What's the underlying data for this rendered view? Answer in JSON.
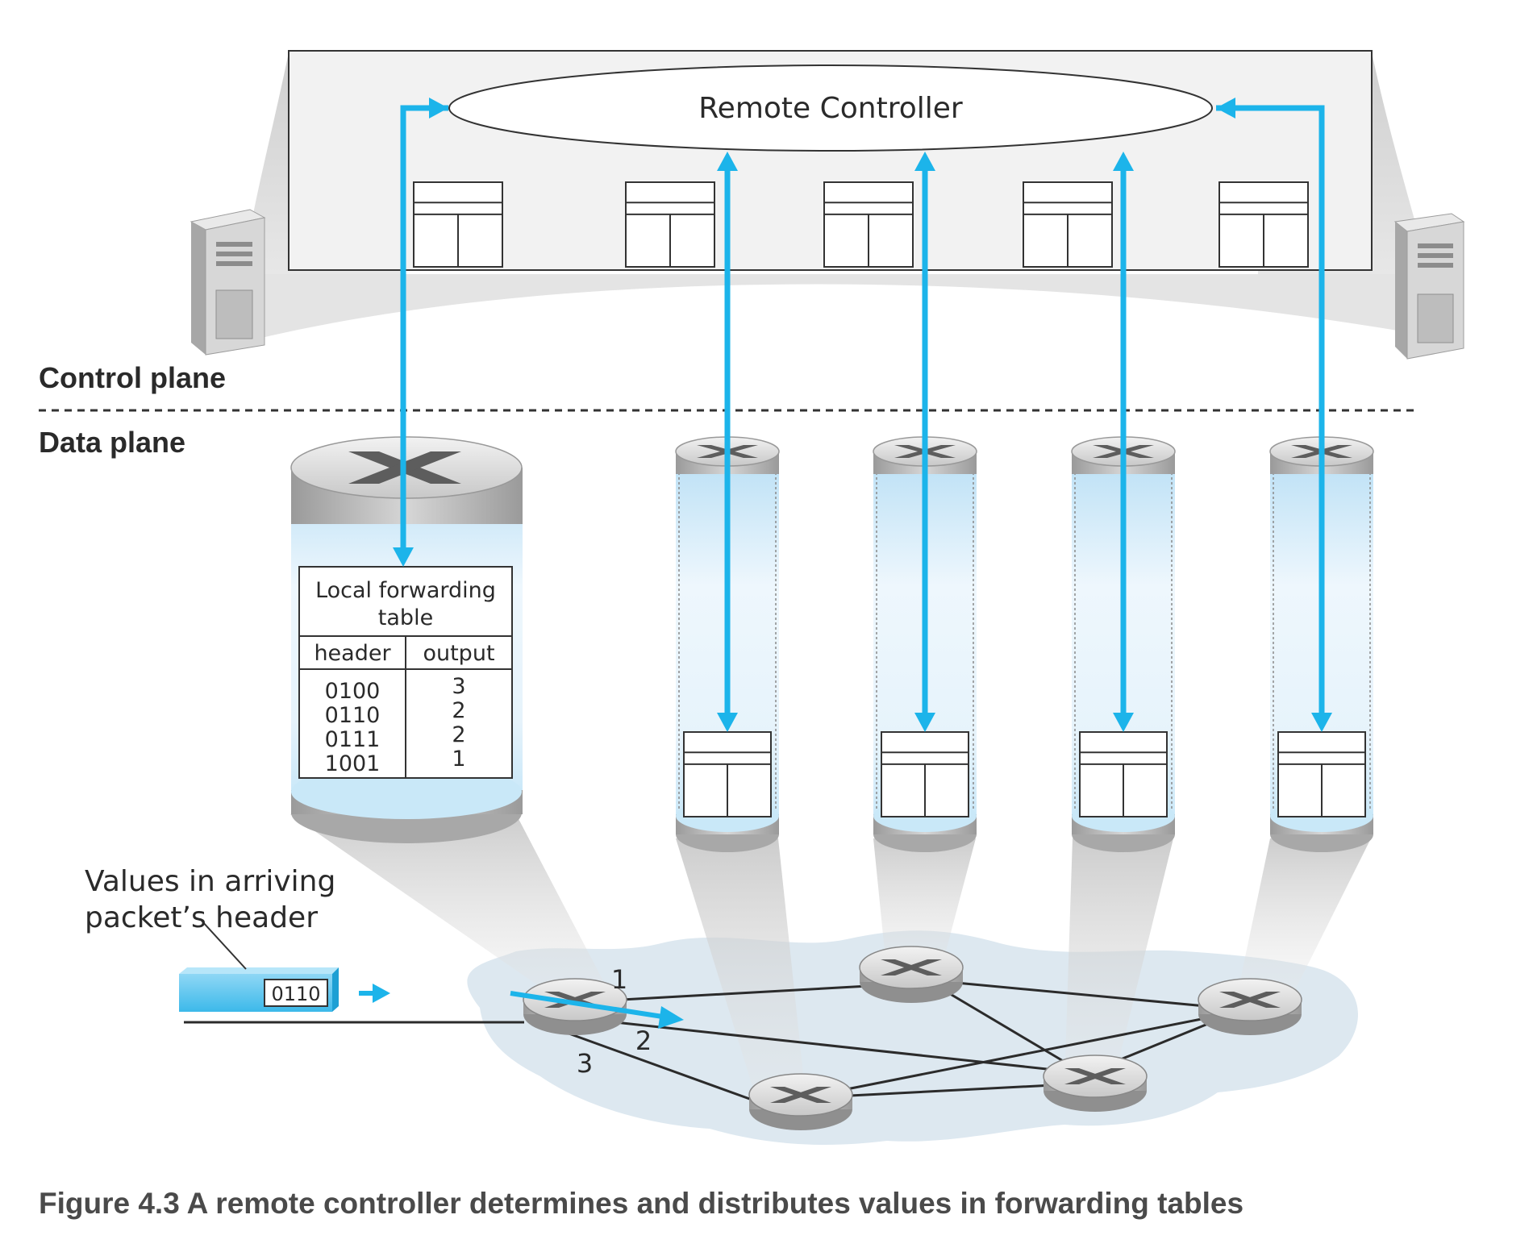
{
  "controller": {
    "label": "Remote Controller"
  },
  "planes": {
    "control": "Control plane",
    "data": "Data plane"
  },
  "forwarding_table": {
    "title_line1": "Local forwarding",
    "title_line2": "table",
    "col_header": "header",
    "col_output": "output",
    "rows": [
      {
        "header": "0100",
        "output": "3"
      },
      {
        "header": "0110",
        "output": "2"
      },
      {
        "header": "0111",
        "output": "2"
      },
      {
        "header": "1001",
        "output": "1"
      }
    ]
  },
  "packet": {
    "callout_line1": "Values in arriving",
    "callout_line2": "packet’s header",
    "value": "0110"
  },
  "ports": {
    "p1": "1",
    "p2": "2",
    "p3": "3"
  },
  "caption": "Figure 4.3 A remote controller determines and distributes values in forwarding tables",
  "colors": {
    "arrow": "#1cb4ea",
    "line": "#2b2b2b",
    "cloud": "#dde8f0"
  }
}
